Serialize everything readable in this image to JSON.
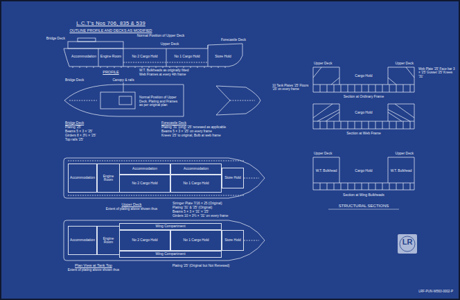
{
  "diagram": {
    "title": "L.C.T's Nos 706, 835 & 539",
    "nodes": [
      {
        "text": [
          "Accommodation"
        ]
      },
      {
        "text": [
          "Engine Room"
        ]
      },
      {
        "text": [
          "Accommodation"
        ]
      },
      {
        "text": [
          "Accommodation"
        ]
      },
      {
        "text": [
          "No 2 Cargo Hold"
        ]
      },
      {
        "text": [
          "No 1 Cargo Hold"
        ]
      },
      {
        "text": [
          "Store Hold"
        ]
      },
      {
        "text": [
          "Wing Compartment"
        ]
      },
      {
        "text": [
          "Accommodation"
        ]
      },
      {
        "text": [
          "Engine Room"
        ]
      },
      {
        "text": [
          "No 2 Cargo Hold"
        ]
      },
      {
        "text": [
          "No 1 Cargo Hold"
        ]
      },
      {
        "text": [
          "Store Hold"
        ]
      },
      {
        "text": [
          "Wing Compartment"
        ]
      }
    ],
    "labels": [
      "OUTLINE PROFILE AND DECKS AS MODIFIED",
      "Bridge Deck",
      "Normal Position of Upper Deck",
      "Upper Deck",
      "Forecastle Deck",
      "Accommodation",
      "Engine Room",
      "No 2 Cargo Hold",
      "No 1 Cargo Hold",
      "Store Hold",
      "PROFILE",
      "W.T. Bulkheads as originally fitted",
      "Web Frames at every 4th frame",
      "Bridge Deck",
      "Canopy & rails",
      "Normal Position of Upper Deck. Plating and Frames as per original plan",
      "Bridge Deck",
      "Plating '25'",
      "Beams 5 × 3 × '25'",
      "Girders 8 × 3½ × '25'",
      "Top rails '25'",
      "Forecastle Deck",
      "Plating '31' (orig) '25' renewed as applicable",
      "Beams 5 × 3 × '25' on every frame",
      "Knees '25' to original, Bulb at web frame",
      "Upper Deck",
      "Extent of plating above shown thus",
      "Stringer Plate 7/16 × 25 (Original)",
      "Plating '31' & '25' (Original)",
      "Beams 5 × 3 × '31' × '25'",
      "Girders 10 × 3½ × '31' on every frame",
      "Plan View at Tank Top",
      "Extent of plating above shown thus",
      "Plating '25' (Original but Not Renewed)",
      "Upper Deck",
      "Upper Deck",
      "Cargo Hold",
      "Section at Ordinary Frame",
      "Cargo Hold",
      "Section at Web Frame",
      "Upper Deck",
      "Upper Deck",
      "W.T. Bulkhead",
      "W.T. Bulkhead",
      "Cargo Hold",
      "Section at Wing Bulkheads",
      "STRUCTURAL SECTIONS",
      "Web Plate '25' Face bar 3 × '25' Gusset '25' Knees '31'",
      "10 Tank Plates '25' Floors '25' on every frame",
      "LR",
      "LRF-PUN-W563-0002-P"
    ]
  }
}
